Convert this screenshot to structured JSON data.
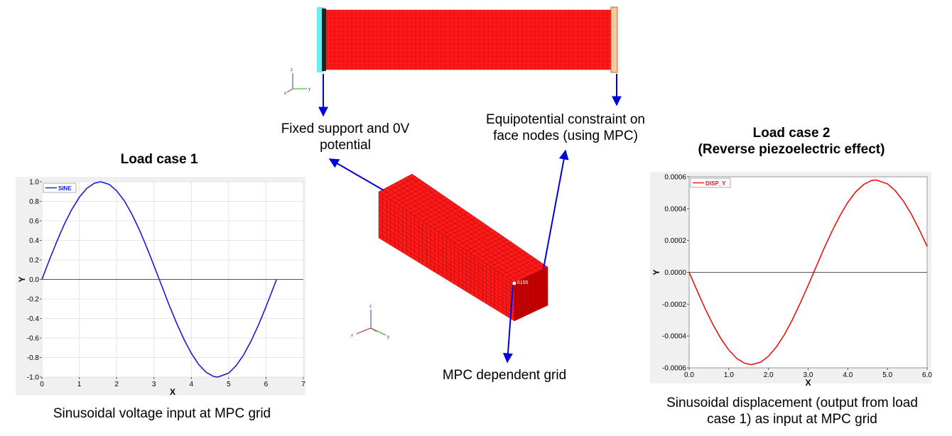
{
  "labels": {
    "fixed_support": "Fixed support and 0V\npotential",
    "equipotential": "Equipotential constraint on\nface nodes (using MPC)",
    "mpc_grid": "MPC dependent grid",
    "node_id": "6155",
    "caption_left": "Sinusoidal voltage input at MPC grid",
    "caption_right": "Sinusoidal displacement (output from load\ncase 1) as input at MPC grid"
  },
  "titles": {
    "load_case_1": "Load case 1",
    "load_case_2": "Load case 2\n(Reverse piezoelectric effect)"
  },
  "triad": {
    "z": "z",
    "x": "x",
    "y": "y"
  },
  "colors": {
    "beam": "#ff1a1a",
    "beam_dark": "#c40000",
    "fixed_plate": "#66f0f0",
    "mpc_plate": "#f5c9a0",
    "arrow": "#0000dd",
    "sine_line": "#1a1ad6",
    "disp_line": "#e61414"
  },
  "chart_data": [
    {
      "type": "line",
      "xlabel": "X",
      "ylabel": "Y",
      "xlim": [
        0,
        7
      ],
      "ylim": [
        -1.0,
        1.0
      ],
      "xticks": [
        "0",
        "1",
        "2",
        "3",
        "4",
        "5",
        "6",
        "7"
      ],
      "yticks": [
        "-1.0",
        "-0.8",
        "-0.6",
        "-0.4",
        "-0.2",
        "0.0",
        "0.2",
        "0.4",
        "0.6",
        "0.8",
        "1.0"
      ],
      "grid": true,
      "legend": "top-left",
      "series": [
        {
          "name": "SINE",
          "x": [
            0,
            0.2,
            0.4,
            0.6,
            0.8,
            1.0,
            1.2,
            1.4,
            1.571,
            1.8,
            2.0,
            2.2,
            2.4,
            2.6,
            2.8,
            3.0,
            3.142,
            3.4,
            3.6,
            3.8,
            4.0,
            4.2,
            4.4,
            4.6,
            4.712,
            5.0,
            5.2,
            5.4,
            5.6,
            5.8,
            6.0,
            6.283
          ],
          "y": [
            0,
            0.199,
            0.389,
            0.565,
            0.717,
            0.841,
            0.932,
            0.985,
            1.0,
            0.974,
            0.909,
            0.808,
            0.675,
            0.516,
            0.335,
            0.141,
            0.0,
            -0.256,
            -0.443,
            -0.612,
            -0.757,
            -0.872,
            -0.952,
            -0.994,
            -1.0,
            -0.959,
            -0.883,
            -0.773,
            -0.631,
            -0.465,
            -0.279,
            0.0
          ]
        }
      ]
    },
    {
      "type": "line",
      "xlabel": "X",
      "ylabel": "Y",
      "xlim": [
        0,
        6
      ],
      "ylim": [
        -0.0006,
        0.0006
      ],
      "xticks": [
        "0.0",
        "1.0",
        "2.0",
        "3.0",
        "4.0",
        "5.0",
        "6.0"
      ],
      "yticks": [
        "-0.0006",
        "-0.0004",
        "-0.0002",
        "0.0000",
        "0.0002",
        "0.0004",
        "0.0006"
      ],
      "grid": false,
      "legend": "top-left",
      "series": [
        {
          "name": "DISP_Y",
          "x": [
            0,
            0.2,
            0.4,
            0.6,
            0.8,
            1.0,
            1.2,
            1.4,
            1.571,
            1.8,
            2.0,
            2.2,
            2.4,
            2.6,
            2.8,
            3.0,
            3.142,
            3.4,
            3.6,
            3.8,
            4.0,
            4.2,
            4.4,
            4.6,
            4.712,
            5.0,
            5.2,
            5.4,
            5.6,
            5.8,
            6.0
          ],
          "y": [
            0,
            -0.000115,
            -0.000226,
            -0.000328,
            -0.000416,
            -0.000488,
            -0.000541,
            -0.000571,
            -0.00058,
            -0.000565,
            -0.000527,
            -0.000469,
            -0.000392,
            -0.000299,
            -0.000194,
            -8.2e-05,
            0.0,
            0.000149,
            0.000257,
            0.000355,
            0.000439,
            0.000506,
            0.000552,
            0.000577,
            0.00058,
            0.000556,
            0.000512,
            0.000448,
            0.000366,
            0.00027,
            0.000162
          ]
        }
      ]
    }
  ]
}
